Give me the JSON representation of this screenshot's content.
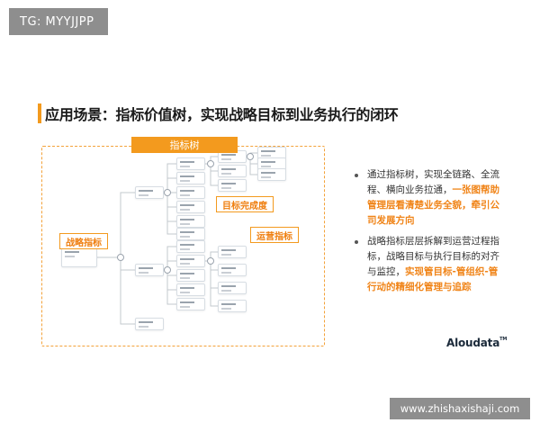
{
  "tag_badge": "TG: MYYJJPP",
  "title": "应用场景：指标价值树，实现战略目标到业务执行的闭环",
  "diagram": {
    "title": "指标树",
    "callouts": {
      "strategy": "战略指标",
      "completion": "目标完成度",
      "operation": "运营指标"
    }
  },
  "bullets": [
    {
      "text": "通过指标树，实现全链路、全流程、横向业务拉通，",
      "highlight": "一张图帮助管理层看清楚业务全貌，牵引公司发展方向"
    },
    {
      "text": "战略指标层层拆解到运营过程指标，战略目标与执行目标的对齐与监控，",
      "highlight": "实现管目标-管组织-管行动的精细化管理与追踪"
    }
  ],
  "logo": {
    "name": "Aloudata",
    "mark": "TM"
  },
  "watermark": "www.zhishaxishaji.com",
  "colors": {
    "accent": "#f39a1e",
    "badge": "#8e8e8e"
  }
}
